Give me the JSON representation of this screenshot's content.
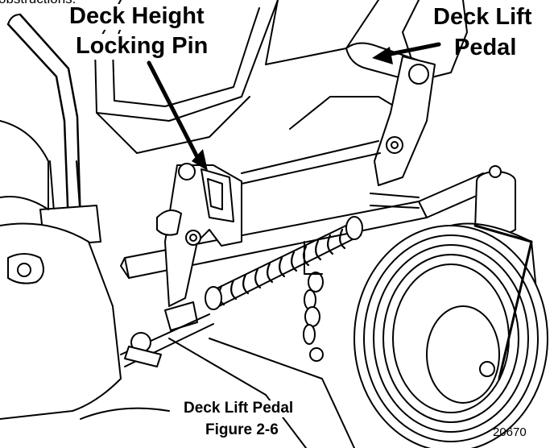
{
  "labels": {
    "top_fragment": "obstructions.",
    "deck_height_locking_pin_line1": "Deck Height",
    "deck_height_locking_pin_line2": "Locking Pin",
    "deck_lift_pedal_line1": "Deck Lift",
    "deck_lift_pedal_line2": "Pedal",
    "caption_title": "Deck Lift Pedal",
    "caption_figure": "Figure 2-6",
    "drawing_number": "20670"
  },
  "colors": {
    "line": "#000000",
    "fill": "#ffffff",
    "shade": "#e6e6e6"
  }
}
